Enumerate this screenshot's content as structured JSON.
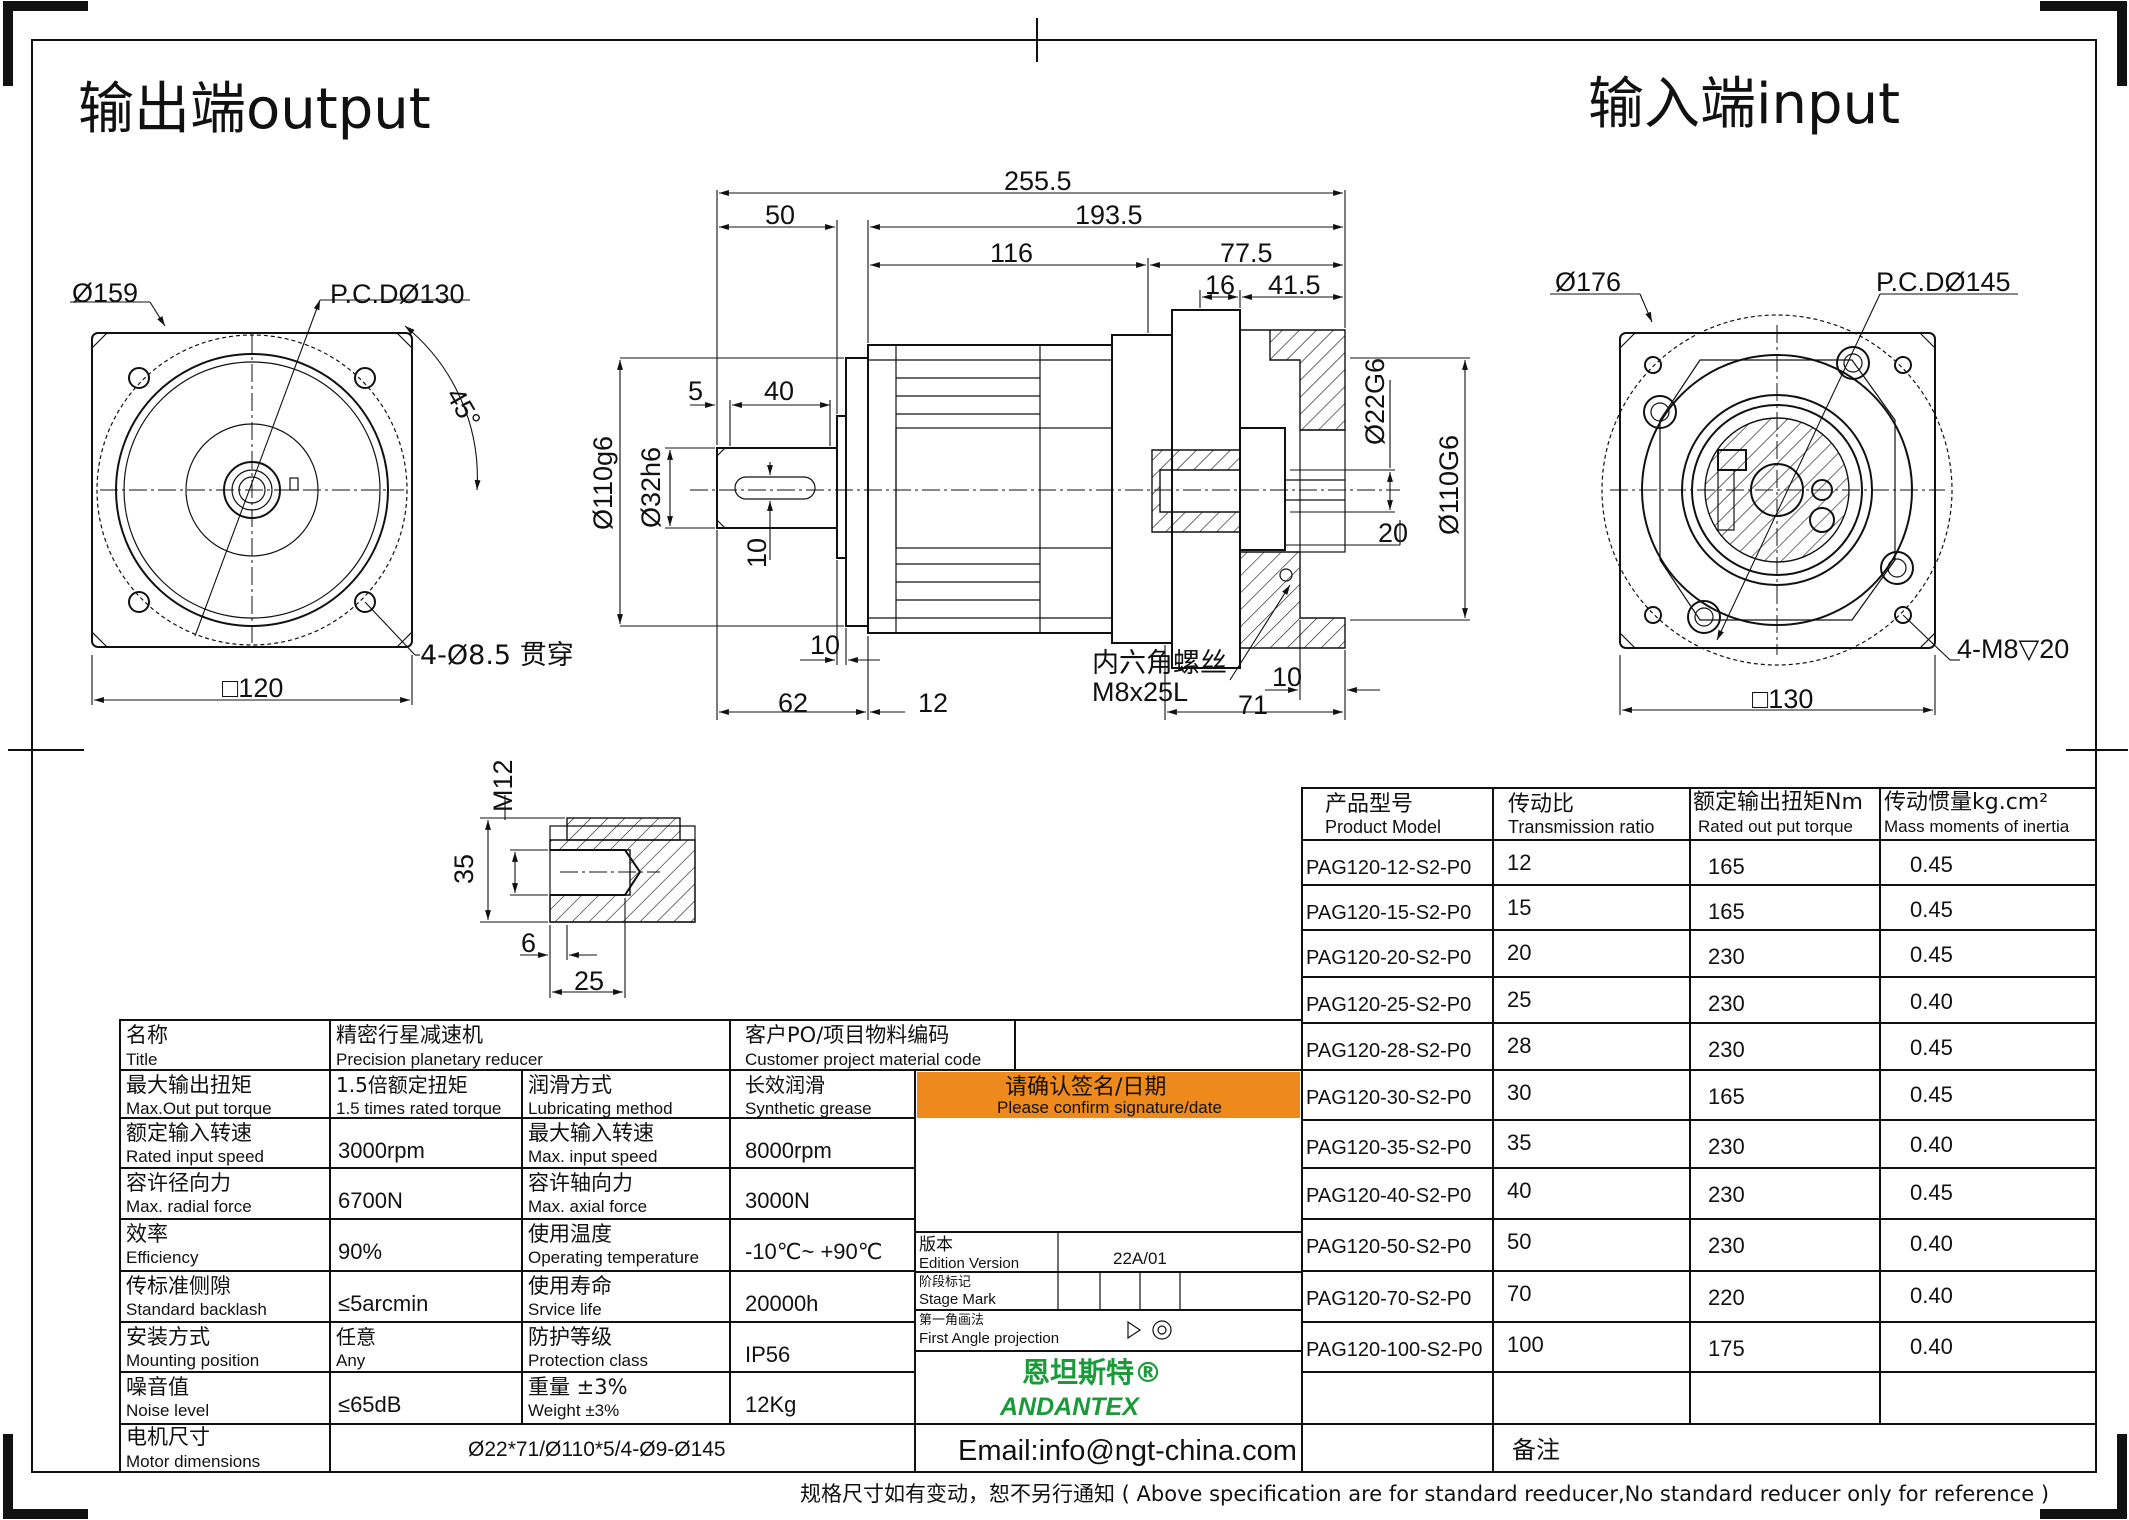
{
  "headers": {
    "output": "输出端output",
    "input": "输入端input"
  },
  "front_view": {
    "dia_outer": "Ø159",
    "pcd": "P.C.DØ130",
    "angle": "45°",
    "holes": "4-Ø8.5 贯穿",
    "square": "□120"
  },
  "side_view": {
    "total": "255.5",
    "d50": "50",
    "d1935": "193.5",
    "d116": "116",
    "d775": "77.5",
    "d16": "16",
    "d415": "41.5",
    "d5": "5",
    "d40": "40",
    "d10_key": "10",
    "d10_flange": "10",
    "d62": "62",
    "d12": "12",
    "d71": "71",
    "d10_in": "10",
    "d20": "20",
    "dia110_out": "Ø110g6",
    "dia32": "Ø32h6",
    "dia22": "Ø22G6",
    "dia110_in": "Ø110G6",
    "bolt_cn": "内六角螺丝",
    "bolt_spec": "M8x25L"
  },
  "input_view": {
    "dia_outer": "Ø176",
    "pcd": "P.C.DØ145",
    "holes": "4-M8▽20",
    "square": "□130"
  },
  "detail_view": {
    "thread": "M12",
    "d35": "35",
    "d6": "6",
    "d25": "25"
  },
  "spec_table": {
    "title_cn": "名称",
    "title_en": "Title",
    "product_cn": "精密行星减速机",
    "product_en": "Precision planetary reducer",
    "customer_cn": "客户PO/项目物料编码",
    "customer_en": "Customer project material code",
    "rows": [
      {
        "l_cn": "最大输出扭矩",
        "l_en": "Max.Out put torque",
        "v1_cn": "1.5倍额定扭矩",
        "v1_en": "1.5 times rated torque",
        "r_cn": "润滑方式",
        "r_en": "Lubricating method",
        "v2_cn": "长效润滑",
        "v2_en": "Synthetic grease"
      },
      {
        "l_cn": "额定输入转速",
        "l_en": "Rated input speed",
        "v1_cn": "",
        "v1_en": "3000rpm",
        "r_cn": "最大输入转速",
        "r_en": "Max. input speed",
        "v2_cn": "",
        "v2_en": "8000rpm"
      },
      {
        "l_cn": "容许径向力",
        "l_en": "Max. radial force",
        "v1_cn": "",
        "v1_en": "6700N",
        "r_cn": "容许轴向力",
        "r_en": "Max. axial force",
        "v2_cn": "",
        "v2_en": "3000N"
      },
      {
        "l_cn": "效率",
        "l_en": "Efficiency",
        "v1_cn": "",
        "v1_en": "90%",
        "r_cn": "使用温度",
        "r_en": "Operating temperature",
        "v2_cn": "",
        "v2_en": "-10℃~ +90℃"
      },
      {
        "l_cn": "传标准侧隙",
        "l_en": "Standard backlash",
        "v1_cn": "",
        "v1_en": "≤5arcmin",
        "r_cn": "使用寿命",
        "r_en": "Srvice life",
        "v2_cn": "",
        "v2_en": "20000h"
      },
      {
        "l_cn": "安装方式",
        "l_en": "Mounting position",
        "v1_cn": "任意",
        "v1_en": "Any",
        "r_cn": "防护等级",
        "r_en": "Protection class",
        "v2_cn": "",
        "v2_en": "IP56"
      },
      {
        "l_cn": "噪音值",
        "l_en": "Noise level",
        "v1_cn": "",
        "v1_en": "≤65dB",
        "r_cn": "重量 ±3%",
        "r_en": "Weight ±3%",
        "v2_cn": "",
        "v2_en": "12Kg"
      }
    ],
    "motor_cn": "电机尺寸",
    "motor_en": "Motor dimensions",
    "motor_value": "Ø22*71/Ø110*5/4-Ø9-Ø145",
    "confirm_cn": "请确认签名/日期",
    "confirm_en": "Please confirm signature/date",
    "edition_cn": "版本",
    "edition_en": "Edition Version",
    "edition_value": "22A/01",
    "stage_cn": "阶段标记",
    "stage_en": "Stage Mark",
    "angle_cn": "第一角画法",
    "angle_en": "First Angle projection",
    "brand_cn": "恩坦斯特®",
    "brand_en": "ANDANTEX",
    "email": "Email:info@ngt-china.com",
    "remark": "备注",
    "footer": "规格尺寸如有变动，恕不另行通知 ( Above specification are for standard reeducer,No standard reducer only for reference )"
  },
  "model_table": {
    "headers": [
      {
        "cn": "产品型号",
        "en": "Product Model"
      },
      {
        "cn": "传动比",
        "en": "Transmission ratio"
      },
      {
        "cn": "额定输出扭矩Nm",
        "en": "Rated out put torque"
      },
      {
        "cn": "传动惯量kg.cm²",
        "en": "Mass moments of inertia"
      }
    ],
    "rows": [
      [
        "PAG120-12-S2-P0",
        "12",
        "165",
        "0.45"
      ],
      [
        "PAG120-15-S2-P0",
        "15",
        "165",
        "0.45"
      ],
      [
        "PAG120-20-S2-P0",
        "20",
        "230",
        "0.45"
      ],
      [
        "PAG120-25-S2-P0",
        "25",
        "230",
        "0.40"
      ],
      [
        "PAG120-28-S2-P0",
        "28",
        "230",
        "0.45"
      ],
      [
        "PAG120-30-S2-P0",
        "30",
        "165",
        "0.45"
      ],
      [
        "PAG120-35-S2-P0",
        "35",
        "230",
        "0.40"
      ],
      [
        "PAG120-40-S2-P0",
        "40",
        "230",
        "0.45"
      ],
      [
        "PAG120-50-S2-P0",
        "50",
        "230",
        "0.40"
      ],
      [
        "PAG120-70-S2-P0",
        "70",
        "220",
        "0.40"
      ],
      [
        "PAG120-100-S2-P0",
        "100",
        "175",
        "0.40"
      ]
    ]
  },
  "colors": {
    "confirm_bg": "#ee8a1c",
    "brand_green": "#1b9a3a"
  }
}
